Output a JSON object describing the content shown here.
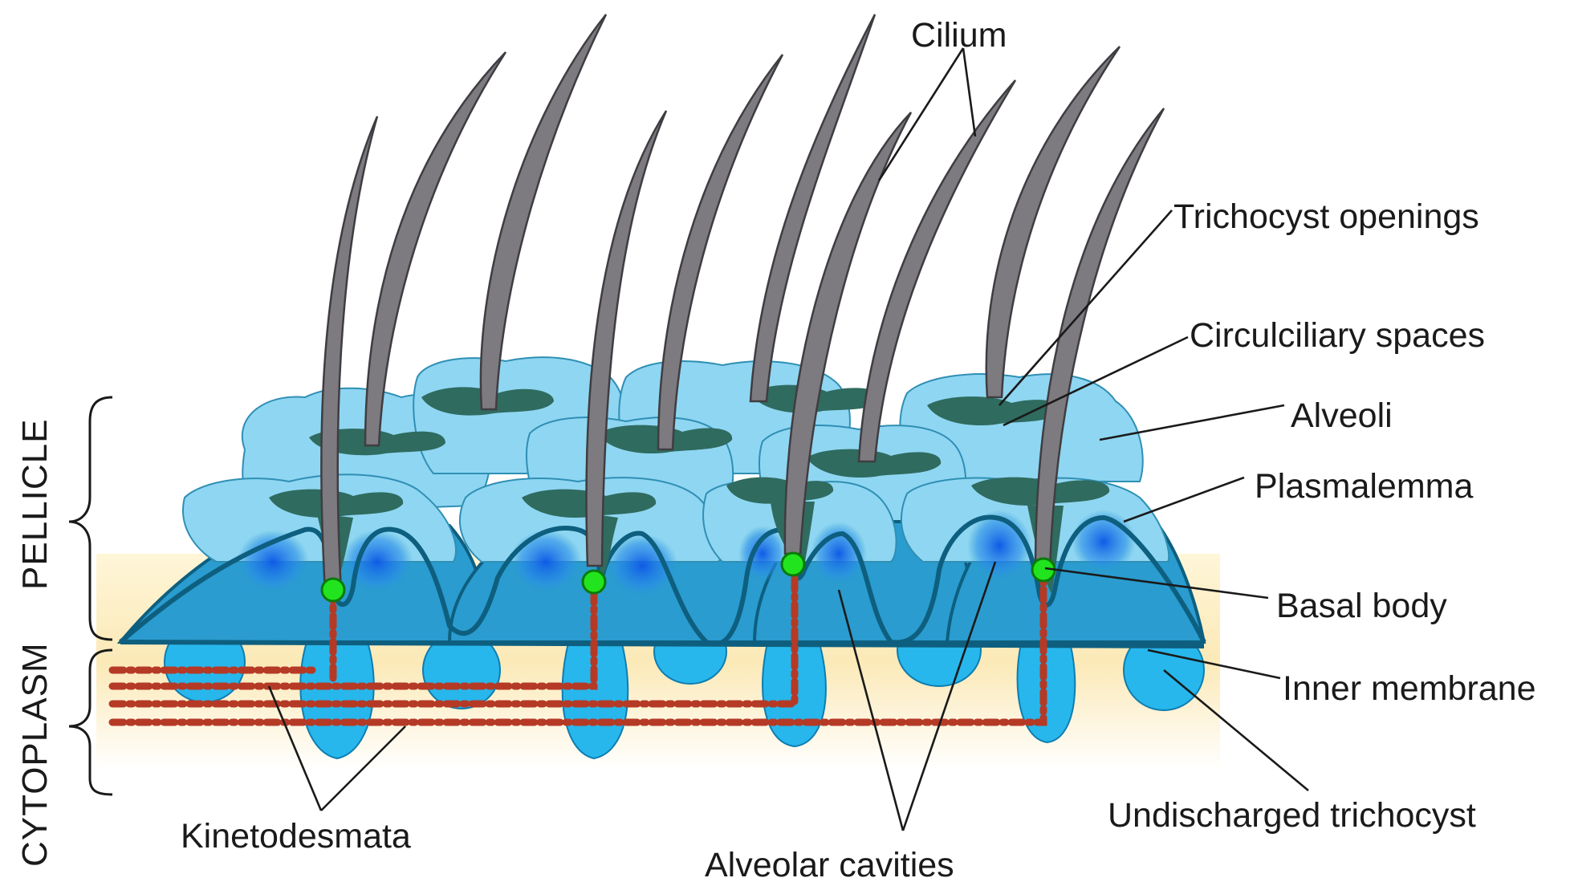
{
  "labels": {
    "cilium": "Cilium",
    "trichocyst_openings": "Trichocyst openings",
    "circulciliary_spaces": "Circulciliary spaces",
    "alveoli": "Alveoli",
    "plasmalemma": "Plasmalemma",
    "basal_body": "Basal body",
    "inner_membrane": "Inner membrane",
    "undischarged_trichocyst": "Undischarged trichocyst",
    "kinetodesmata": "Kinetodesmata",
    "alveolar_cavities": "Alveolar cavities"
  },
  "side_labels": {
    "pellicle": "PELLICLE",
    "cytoplasm": "CYTOPLASM"
  },
  "colors": {
    "cytoplasm": "#fbe9b7",
    "alveolus_light": "#8fd6f2",
    "alveolus_dark": "#2a9ccf",
    "plasmalemma": "#0e5f7f",
    "opening": "#2f6b5f",
    "cilium": "#7d7b7f",
    "kinetodesmata": "#b53a26",
    "basal_body": "#22e41e",
    "cavity_blue": "#0f5be6"
  }
}
